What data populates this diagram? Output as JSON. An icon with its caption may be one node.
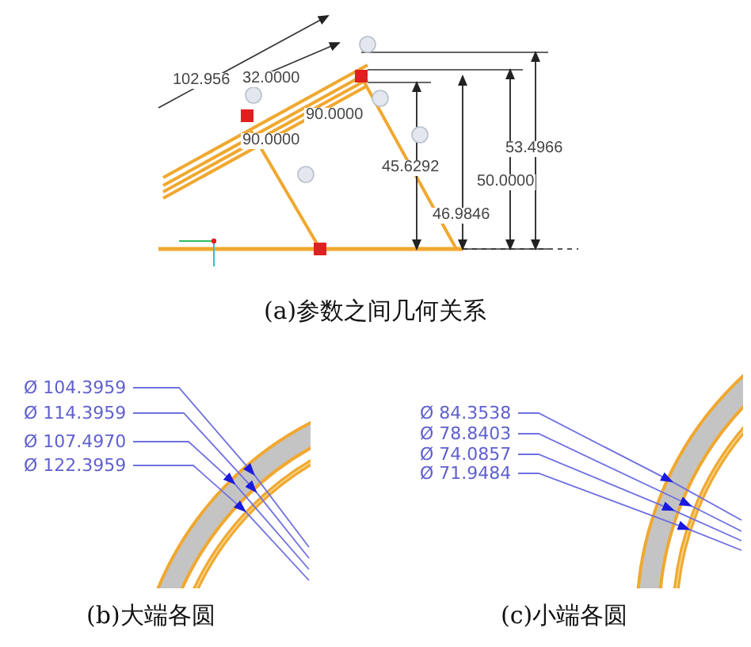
{
  "diagram": {
    "nodes": [
      {
        "text": [
          "Ø 104.3959"
        ]
      },
      {
        "text": [
          "Ø 114.3959"
        ]
      },
      {
        "text": [
          "Ø 107.4970"
        ]
      },
      {
        "text": [
          "Ø 122.3959"
        ]
      },
      {
        "text": [
          "Ø 84.3538"
        ]
      },
      {
        "text": [
          "Ø 78.8403"
        ]
      },
      {
        "text": [
          "Ø 74.0857"
        ]
      },
      {
        "text": [
          "Ø 71.9484"
        ]
      }
    ],
    "edges": [
      {
        "from": 0,
        "to": null,
        "arrow": "to"
      },
      {
        "from": 1,
        "to": null,
        "arrow": "to"
      },
      {
        "from": 2,
        "to": null,
        "arrow": "to"
      },
      {
        "from": 3,
        "to": null,
        "arrow": "to"
      },
      {
        "from": 4,
        "to": null,
        "arrow": "to"
      },
      {
        "from": 5,
        "to": null,
        "arrow": "to"
      },
      {
        "from": 6,
        "to": null,
        "arrow": "to"
      },
      {
        "from": 7,
        "to": null,
        "arrow": "to"
      }
    ],
    "labels": [
      "102.956",
      "32.0000",
      "90.0000",
      "90.0000",
      "45.6292",
      "46.9846",
      "50.0000",
      "53.4966",
      "(a)参数之间几何关系",
      "(b)大端各圆",
      "(c)小端各圆"
    ]
  }
}
